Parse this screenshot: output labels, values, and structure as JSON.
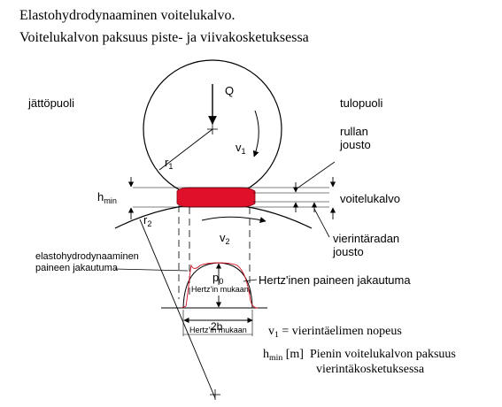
{
  "title_line1": "Elastohydrodynaaminen voitelukalvo.",
  "title_line2": "Voitelukalvon paksuus piste- ja viivakosketuksessa",
  "labels": {
    "trailing_side": "jättöpuoli",
    "leading_side": "tulopuoli",
    "load": "Q",
    "radius_base": "r",
    "radius1_sub": "1",
    "radius2_sub": "2",
    "velocity_base": "v",
    "velocity1_sub": "1",
    "velocity2_sub": "2",
    "roller_deformation_line1": "rullan",
    "roller_deformation_line2": "jousto",
    "film": "voitelukalvo",
    "raceway_deformation_line1": "vierintäradan",
    "raceway_deformation_line2": "jousto",
    "hmin_base": "h",
    "hmin_sub": "min",
    "ehd_pressure_line1": "elastohydrodynaaminen",
    "ehd_pressure_line2": "paineen jakautuma",
    "p0_base": "p",
    "p0_sub": "0",
    "hertz_note_1": "Hertz'in mukaan",
    "hertz_pressure": "Hertz'inen paineen jakautuma",
    "width_label": "2b",
    "hertz_note_2": "Hertz'in mukaan"
  },
  "legend": {
    "v1_base": "v",
    "v1_sub": "1",
    "v1_text": " = vierintäelimen nopeus",
    "hmin_base": "h",
    "hmin_sub": "min",
    "hmin_unit": " [m]",
    "hmin_text_line1": "Pienin voitelukalvon paksuus",
    "hmin_text_line2": "vierintäkosketuksessa"
  },
  "colors": {
    "film": "#e0102a",
    "ehd_curve": "#d01020",
    "line": "#000000"
  }
}
